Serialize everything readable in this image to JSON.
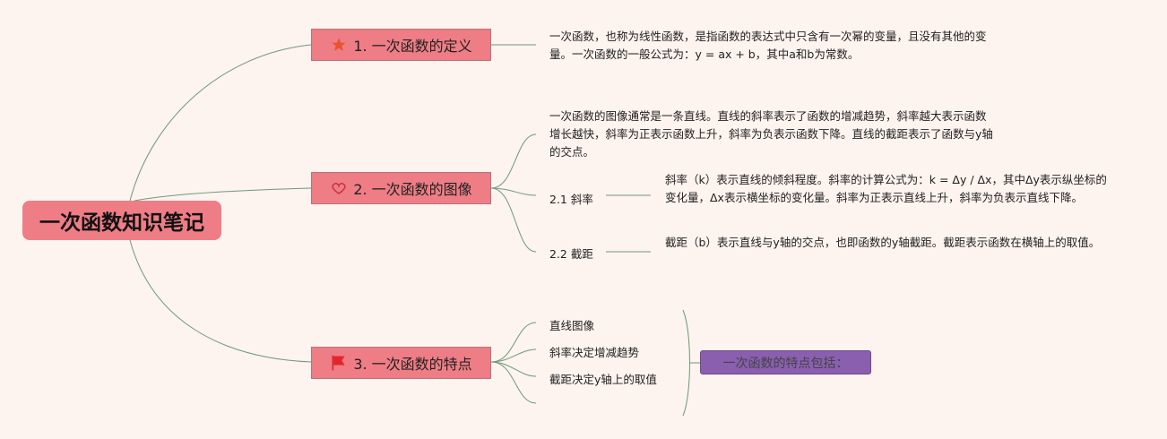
{
  "root": {
    "title": "一次函数知识笔记"
  },
  "branches": [
    {
      "label": "1. 一次函数的定义",
      "icon": "star-icon",
      "icon_color": "#e8532e",
      "text": "一次函数，也称为线性函数，是指函数的表达式中只含有一次幂的变量，且没有其他的变量。一次函数的一般公式为：y = ax + b，其中a和b为常数。"
    },
    {
      "label": "2. 一次函数的图像",
      "icon": "heart-icon",
      "icon_color": "#c8323c",
      "text": "一次函数的图像通常是一条直线。直线的斜率表示了函数的增减趋势，斜率越大表示函数增长越快，斜率为正表示函数上升，斜率为负表示函数下降。直线的截距表示了函数与y轴的交点。",
      "children": [
        {
          "label": "2.1 斜率",
          "text": "斜率（k）表示直线的倾斜程度。斜率的计算公式为：k = Δy / Δx，其中Δy表示纵坐标的变化量，Δx表示横坐标的变化量。斜率为正表示直线上升，斜率为负表示直线下降。"
        },
        {
          "label": "2.2 截距",
          "text": "截距（b）表示直线与y轴的交点，也即函数的y轴截距。截距表示函数在横轴上的取值。"
        }
      ]
    },
    {
      "label": "3. 一次函数的特点",
      "icon": "flag-icon",
      "icon_color": "#e3262b",
      "items": [
        "直线图像",
        "斜率决定增减趋势",
        "截距决定y轴上的取值"
      ],
      "summary": "一次函数的特点包括："
    }
  ],
  "colors": {
    "root_fill": "#ee7d86",
    "branch_fill": "#ee7d86",
    "line": "#6f9a78",
    "summary_fill": "#8a5fb0",
    "background": "#fdf3ef"
  }
}
